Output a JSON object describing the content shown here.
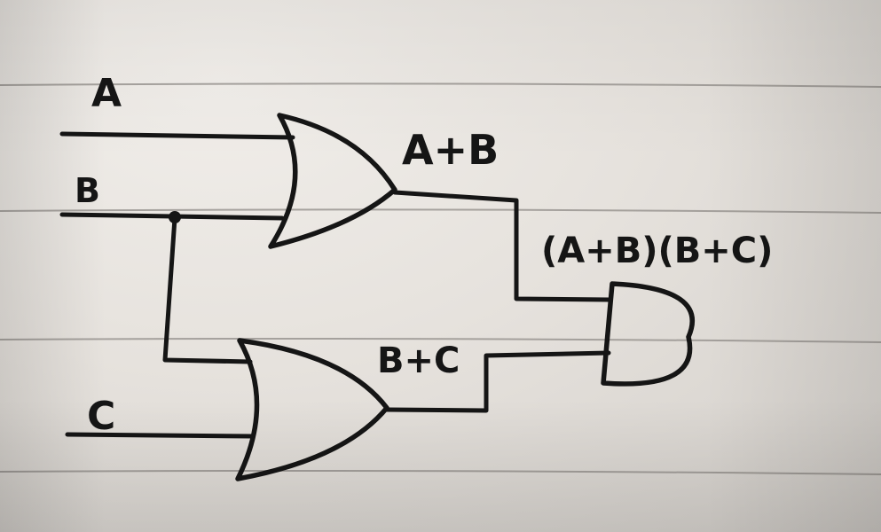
{
  "diagram": {
    "inputs": {
      "a": "A",
      "b": "B",
      "c": "C"
    },
    "labels": {
      "or_top_output": "A+B",
      "or_bottom_output": "B+C",
      "and_output": "(A+B)(B+C)"
    },
    "gates": [
      {
        "id": "or-gate-1",
        "kind": "OR",
        "inputs": [
          "A",
          "B"
        ],
        "output": "A+B"
      },
      {
        "id": "or-gate-2",
        "kind": "OR",
        "inputs": [
          "B",
          "C"
        ],
        "output": "B+C"
      },
      {
        "id": "and-gate",
        "kind": "AND",
        "inputs": [
          "A+B",
          "B+C"
        ],
        "output": "(A+B)(B+C)"
      }
    ]
  }
}
